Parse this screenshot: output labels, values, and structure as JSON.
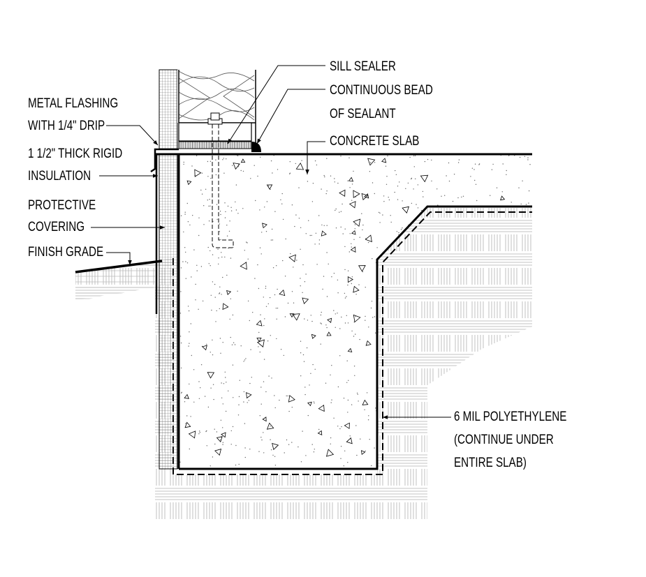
{
  "labels": {
    "sill_sealer": "SILL SEALER",
    "sealant_1": "CONTINUOUS BEAD",
    "sealant_2": "OF SEALANT",
    "concrete_slab": "CONCRETE SLAB",
    "flashing_1": "METAL FLASHING",
    "flashing_2": "WITH 1/4\" DRIP",
    "insulation_1": "1 1/2\" THICK RIGID",
    "insulation_2": "INSULATION",
    "covering_1": "PROTECTIVE",
    "covering_2": "COVERING",
    "finish_grade": "FINISH GRADE",
    "poly_1": "6 MIL POLYETHYLENE",
    "poly_2": "(CONTINUE UNDER",
    "poly_3": "ENTIRE SLAB)"
  },
  "colors": {
    "line": "#000000",
    "hatch": "#a8a8a8",
    "background": "#ffffff"
  }
}
